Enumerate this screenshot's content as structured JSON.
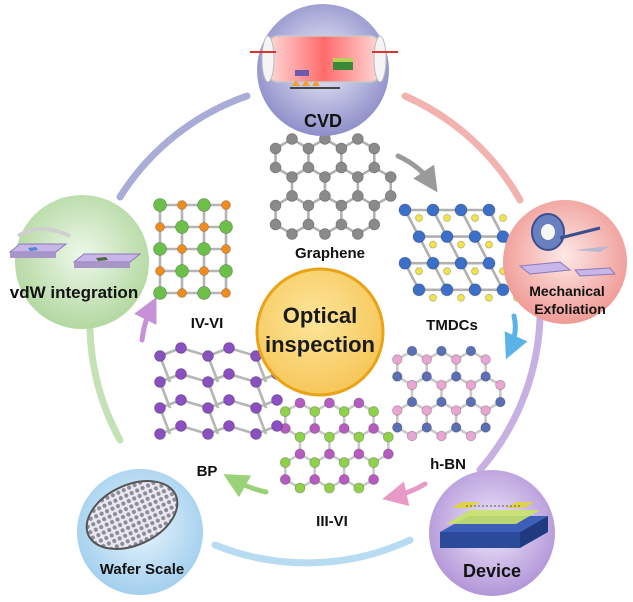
{
  "center": {
    "line1": "Optical",
    "line2": "inspection"
  },
  "methods": {
    "cvd": "CVD",
    "exfoliation_line1": "Mechanical",
    "exfoliation_line2": "Exfoliation",
    "device": "Device",
    "wafer": "Wafer Scale",
    "vdw": "vdW integration"
  },
  "materials": {
    "graphene": "Graphene",
    "tmdcs": "TMDCs",
    "hbn": "h-BN",
    "iiivi": "III-VI",
    "bp": "BP",
    "ivvi": "IV-VI"
  },
  "colors": {
    "cvd": "#8e8fc9",
    "exfoliation": "#f4a4a0",
    "device": "#b59bd8",
    "wafer": "#a9d3ee",
    "vdw": "#b9dba7",
    "center_fill": "#f9d36d",
    "center_stroke": "#e9a317",
    "graphene_atom": "#8a8a8a",
    "tmdc_metal": "#3c6fc7",
    "tmdc_chalcogen": "#f2e34c",
    "hbn_b": "#e8a6d2",
    "hbn_n": "#5a6fb4",
    "iiivi_a": "#b65bc0",
    "iiivi_b": "#8fd24a",
    "bp_atom": "#8a4fc0",
    "ivvi_a": "#6cc04a",
    "ivvi_b": "#f08c1e"
  }
}
